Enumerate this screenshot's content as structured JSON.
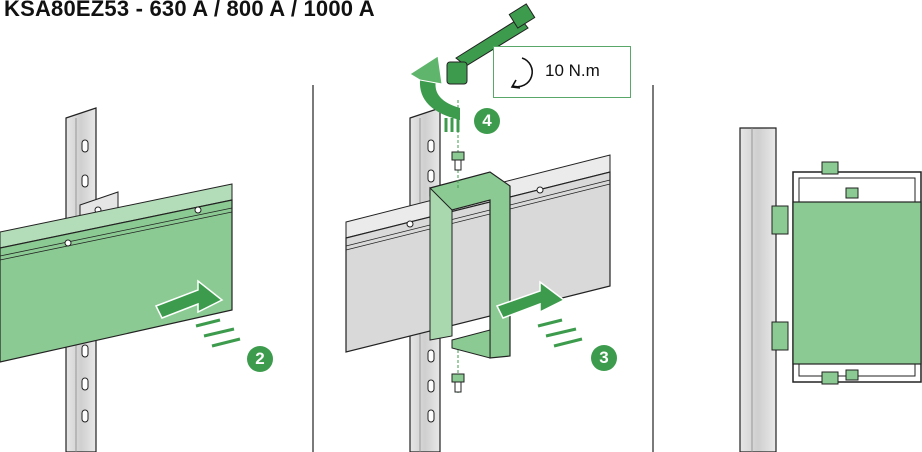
{
  "title": "KSA80EZ53 - 630 A / 800 A / 1000  A",
  "torque": {
    "value_label": "10 N.m"
  },
  "steps": {
    "s2": "2",
    "s3": "3",
    "s4": "4"
  },
  "colors": {
    "green_fill": "#8bcb93",
    "green_dark": "#3d9b4d",
    "grey_fill": "#d9d9d9",
    "outline": "#1a1a1a"
  }
}
